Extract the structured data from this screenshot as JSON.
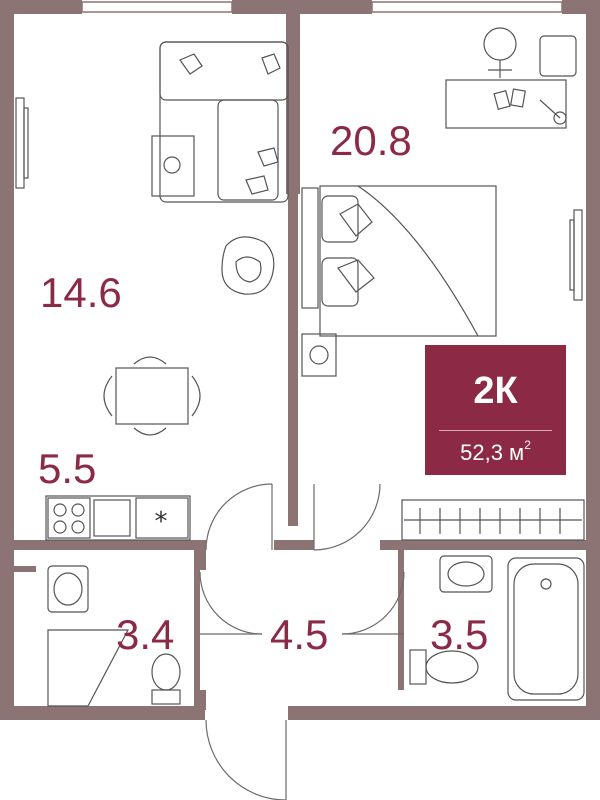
{
  "rooms": {
    "living": "14.6",
    "bedroom": "20.8",
    "kitchen": "5.5",
    "bathroom_left": "3.4",
    "hall": "4.5",
    "bathroom_right": "3.5"
  },
  "badge": {
    "type": "2К",
    "area": "52,3 м",
    "area_sup": "2"
  },
  "colors": {
    "wall": "#8c7474",
    "accent": "#8c2a45",
    "line": "#6b6b6b"
  }
}
